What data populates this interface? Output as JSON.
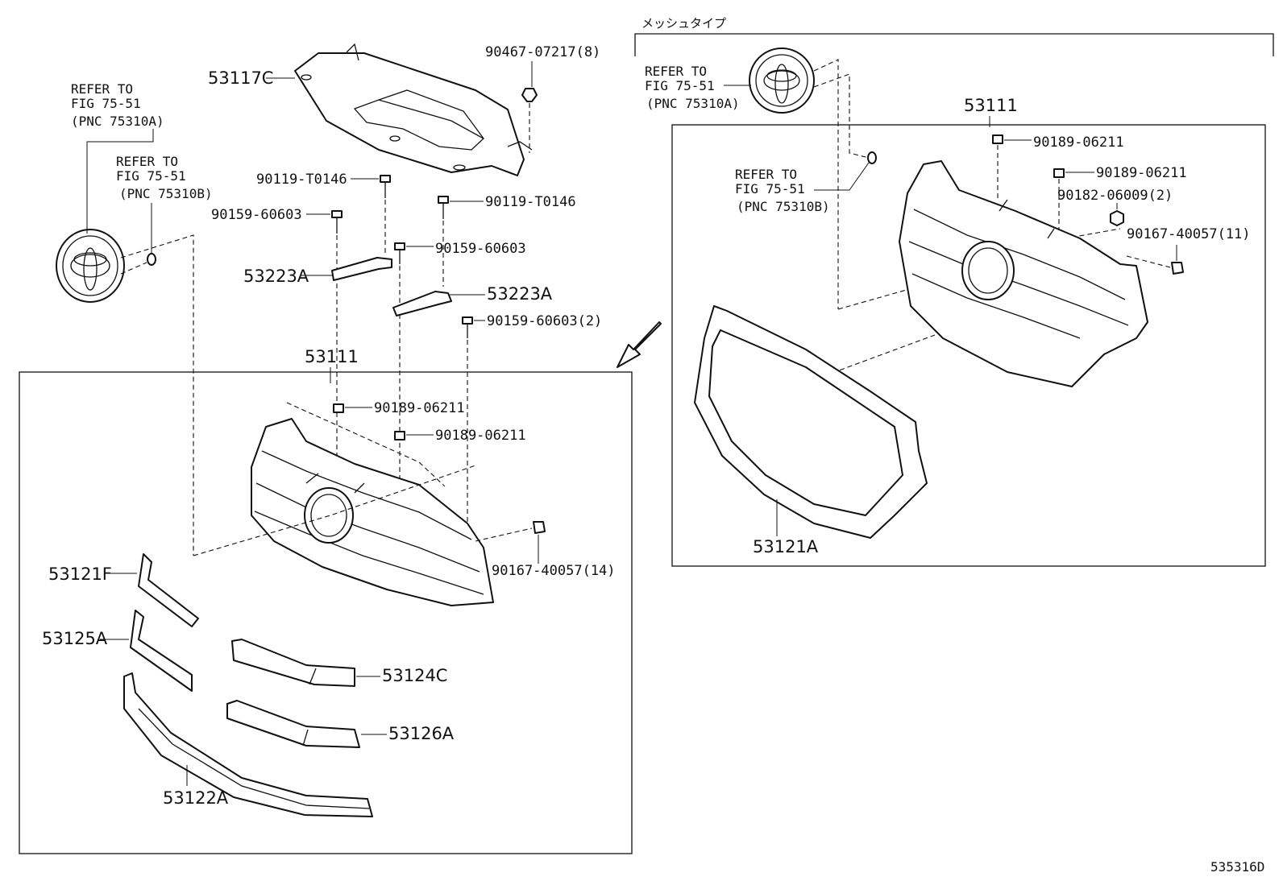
{
  "header": {
    "variant_label": "メッシュタイプ"
  },
  "figure_id": "535316D",
  "references": {
    "left_a": {
      "line1": "REFER TO",
      "line2": "FIG 75-51",
      "line3": "(PNC 75310A)"
    },
    "left_b": {
      "line1": "REFER TO",
      "line2": "FIG 75-51",
      "line3": "(PNC 75310B)"
    },
    "right_a": {
      "line1": "REFER TO",
      "line2": "FIG 75-51",
      "line3": "(PNC 75310A)"
    },
    "right_b": {
      "line1": "REFER TO",
      "line2": "FIG 75-51",
      "line3": "(PNC 75310B)"
    }
  },
  "parts": {
    "p53117C": "53117C",
    "p90467": "90467-07217(8)",
    "p90119_a": "90119-T0146",
    "p90119_b": "90119-T0146",
    "p90159_a": "90159-60603",
    "p90159_b": "90159-60603",
    "p90159_c": "90159-60603(2)",
    "p53223A_a": "53223A",
    "p53223A_b": "53223A",
    "p53111_left": "53111",
    "p90189_a": "90189-06211",
    "p90189_b": "90189-06211",
    "p90167_left": "90167-40057(14)",
    "p53121F": "53121F",
    "p53125A": "53125A",
    "p53124C": "53124C",
    "p53126A": "53126A",
    "p53122A": "53122A",
    "p53111_right": "53111",
    "p90189_c": "90189-06211",
    "p90189_d": "90189-06211",
    "p90182": "90182-06009(2)",
    "p90167_right": "90167-40057(11)",
    "p53121A": "53121A"
  }
}
